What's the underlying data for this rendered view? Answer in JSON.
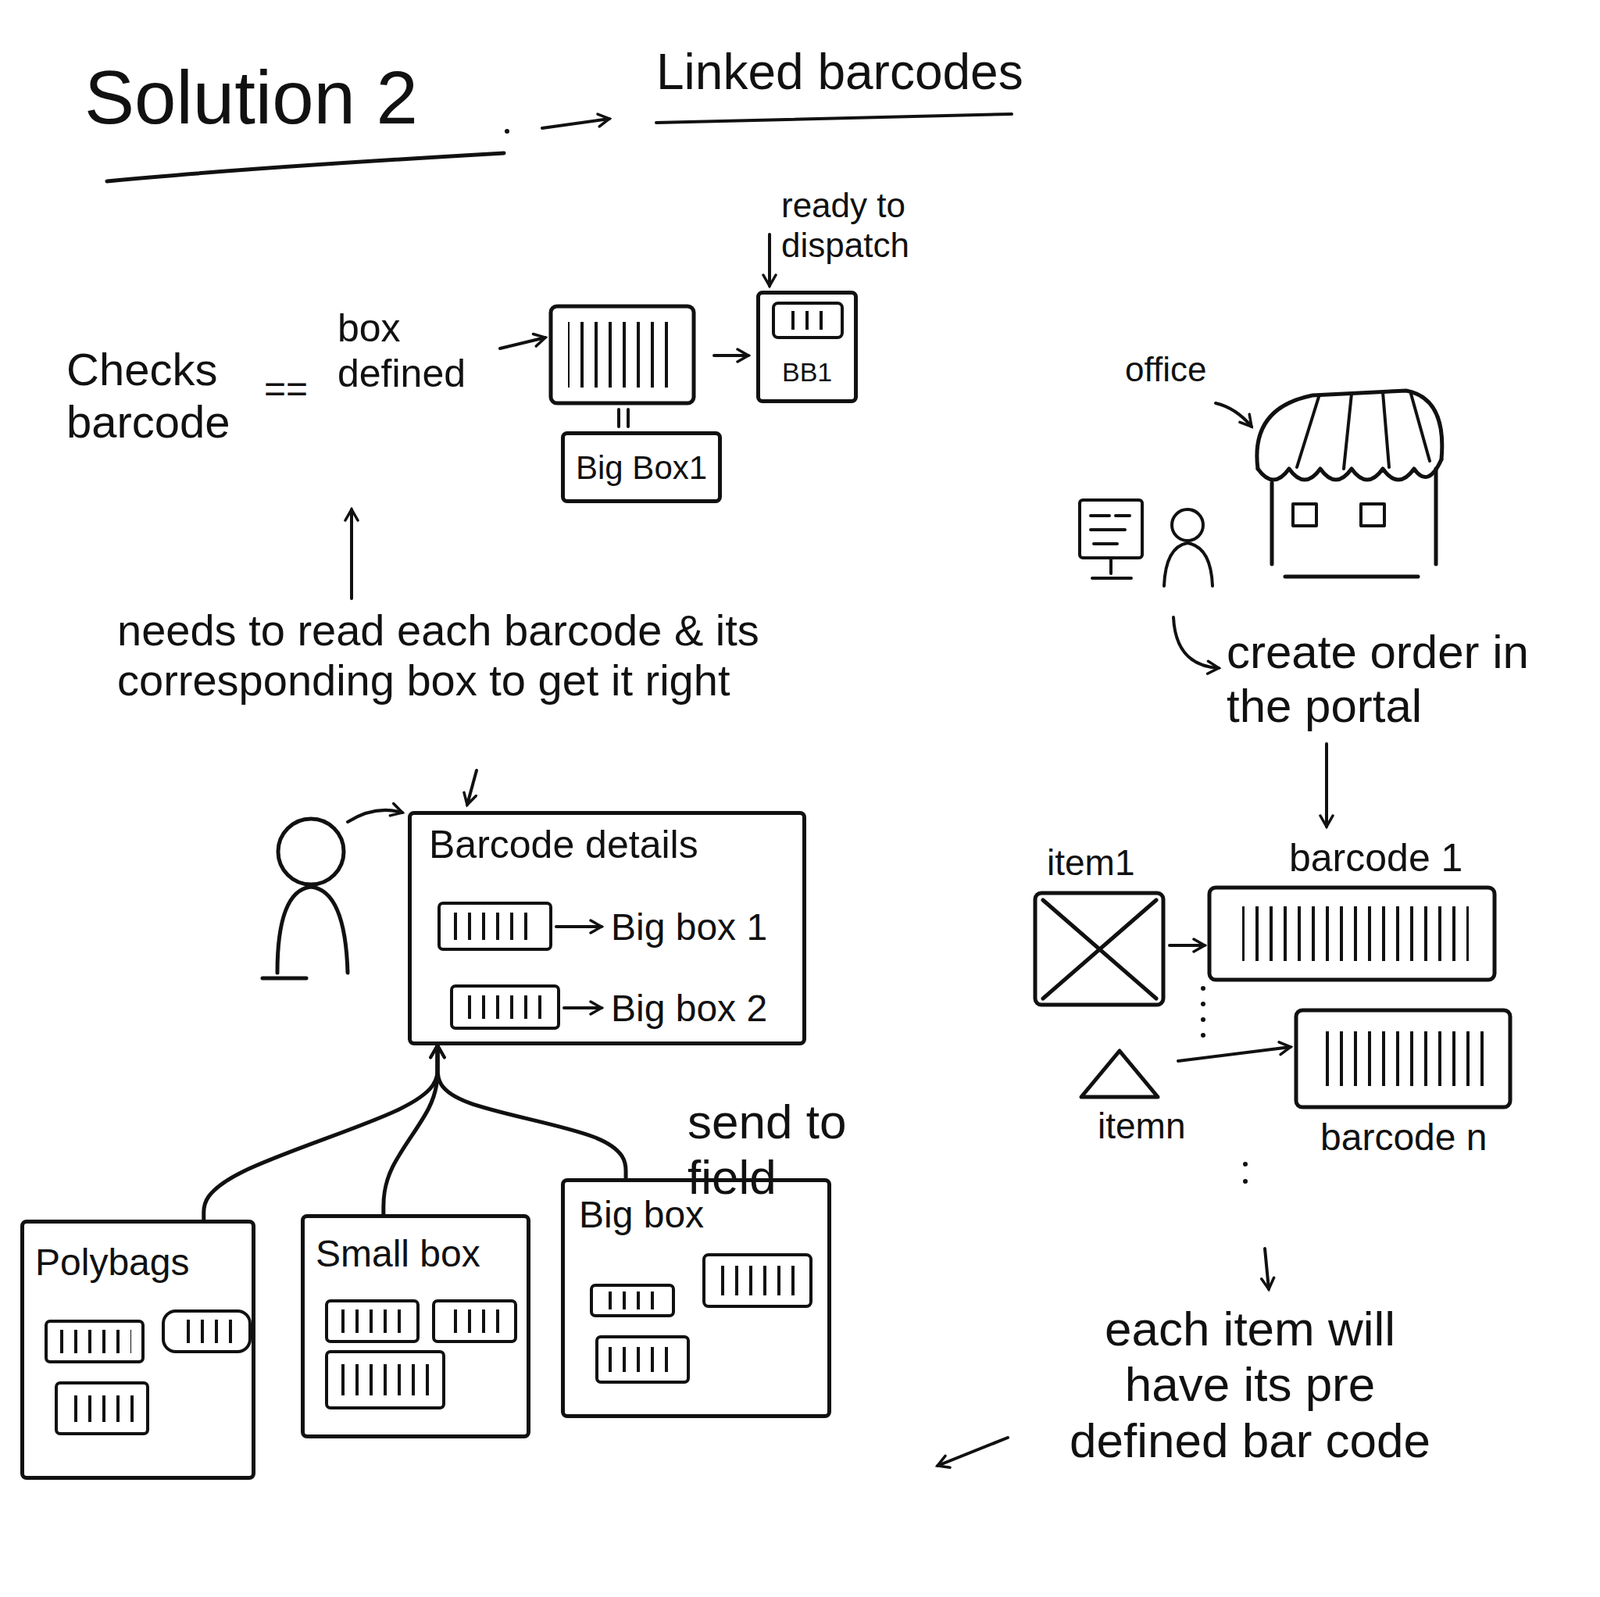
{
  "diagram": {
    "title": "Solution 2",
    "nodes": [
      {
        "text": [
          "Big Box1"
        ]
      },
      {
        "text": [
          "BB1"
        ]
      },
      {
        "text": [
          "Barcode details",
          "Big box 1",
          "Big box 2"
        ]
      },
      {
        "text": [
          "Polybags"
        ]
      },
      {
        "text": [
          "Small box"
        ]
      },
      {
        "text": [
          "Big box"
        ]
      }
    ],
    "edges": [
      {
        "from": 3,
        "to": 2,
        "arrow": "to"
      },
      {
        "from": 4,
        "to": 2,
        "arrow": "to"
      },
      {
        "from": 5,
        "to": 2,
        "arrow": "to"
      }
    ],
    "labels": [
      "Linked barcodes",
      "Checks barcode",
      "==",
      "box defined",
      "ready to dispatch",
      "office",
      "create order in the portal",
      "item1",
      "barcode 1",
      "itemn",
      "barcode n",
      "each item will have its pre defined bar code",
      "needs to read each barcode & its corresponding box to get it right",
      "send to field"
    ]
  }
}
